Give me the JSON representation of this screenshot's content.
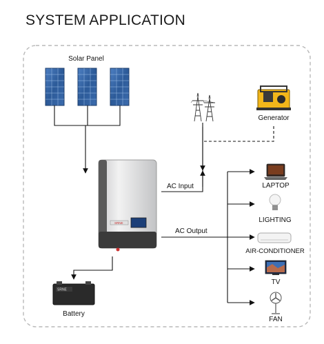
{
  "page": {
    "title": "SYSTEM APPLICATION"
  },
  "components": {
    "solar_panel": "Solar Panel",
    "generator": "Generator",
    "battery": "Battery",
    "ac_input": "AC Input",
    "ac_output": "AC Output"
  },
  "loads": [
    "LAPTOP",
    "LIGHTING",
    "AIR-CONDITIONER",
    "TV",
    "FAN"
  ],
  "inverter_display": "SRNE",
  "battery_brand": "SRNE",
  "colors": {
    "border": "#b8b8b8",
    "line": "#111111",
    "panel_blue": "#2f5f9e",
    "inverter_body": "#d9dadb"
  }
}
